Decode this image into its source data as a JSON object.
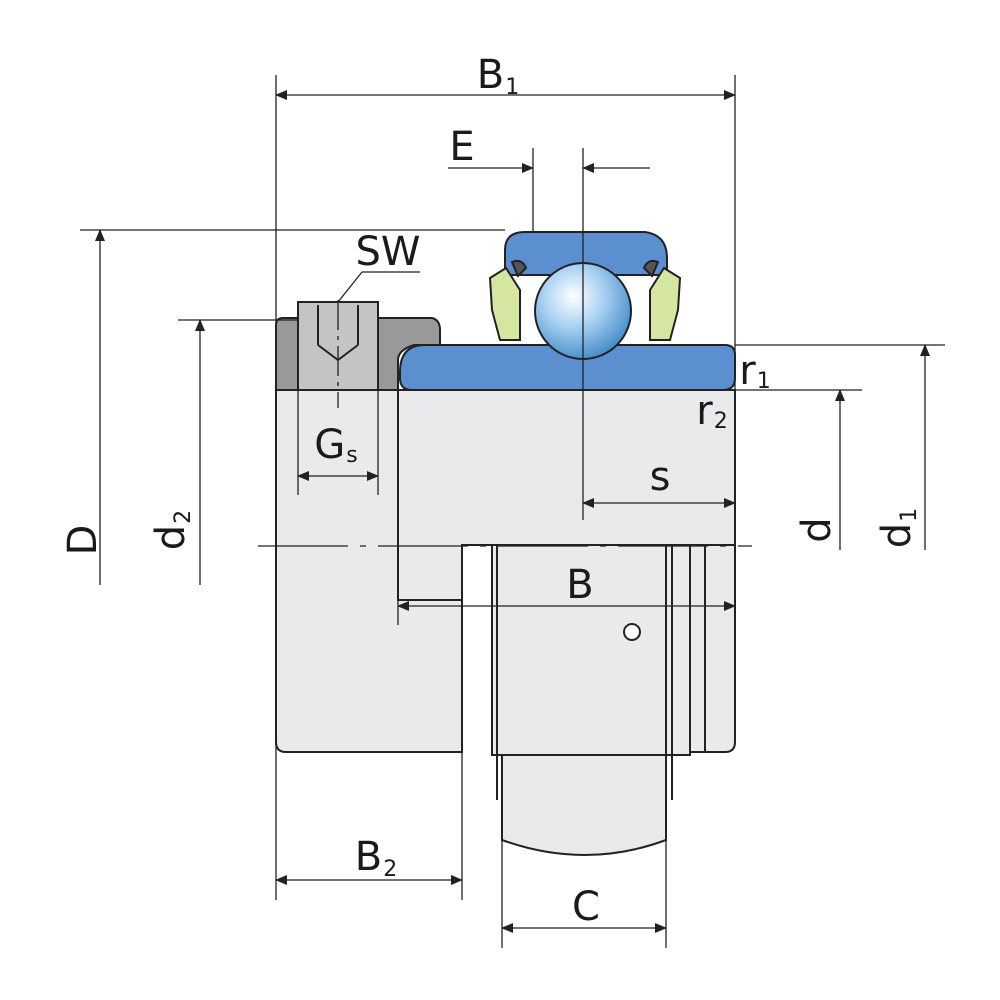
{
  "labels": {
    "B1": {
      "main": "B",
      "sub": "1"
    },
    "E": {
      "main": "E"
    },
    "SW": {
      "main": "SW"
    },
    "D": {
      "main": "D"
    },
    "d2": {
      "main": "d",
      "sub": "2"
    },
    "Gs": {
      "main": "G",
      "sub": "s"
    },
    "r1": {
      "main": "r",
      "sub": "1"
    },
    "r2": {
      "main": "r",
      "sub": "2"
    },
    "s": {
      "main": "s"
    },
    "d": {
      "main": "d"
    },
    "d1": {
      "main": "d",
      "sub": "1"
    },
    "B": {
      "main": "B"
    },
    "B2": {
      "main": "B",
      "sub": "2"
    },
    "C": {
      "main": "C"
    }
  },
  "colors": {
    "housing_fill": "#e9eaec",
    "ring_fill": "#5b8fd0",
    "setscrew_fill": "#999999",
    "ball_fill": "#a9d2f2",
    "seal_fill": "#d4e6a0",
    "line": "#222222"
  }
}
